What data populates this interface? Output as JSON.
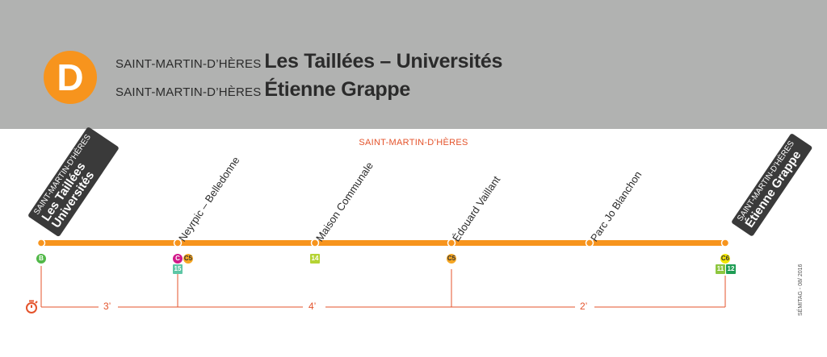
{
  "line": {
    "name": "D",
    "color": "#f7941d"
  },
  "destinations": [
    {
      "city": "SAINT-MARTIN-D’HÈRES",
      "stop": "Les Taillées – Universités"
    },
    {
      "city": "SAINT-MARTIN-D’HÈRES",
      "stop": "Étienne Grappe"
    }
  ],
  "commune": "SAINT-MARTIN-D’HÈRES",
  "termini": [
    {
      "city": "SAINT-MARTIN-D’HÈRES",
      "stop_line1": "Les Taillées",
      "stop_line2": "Universités"
    },
    {
      "city": "SAINT-MARTIN-D’HÈRES",
      "stop_line1": "Étienne Grappe",
      "stop_line2": ""
    }
  ],
  "stops": [
    {
      "name": "Neyrpic – Belledonne"
    },
    {
      "name": "Maison Communale"
    },
    {
      "name": "Édouard Vaillant"
    },
    {
      "name": "Parc Jo Blanchon"
    }
  ],
  "correspondences": [
    {
      "label": "B",
      "color": "#51b848"
    },
    {
      "label": "C",
      "color": "#d1198a"
    },
    {
      "label": "C5",
      "color": "#f5a623"
    },
    {
      "label": "15",
      "color": "#5ec6a5"
    },
    {
      "label": "14",
      "color": "#b5d334"
    },
    {
      "label": "C5",
      "color": "#f5a623"
    },
    {
      "label": "C6",
      "color": "#f2e500"
    },
    {
      "label": "11",
      "color": "#8dc63f"
    },
    {
      "label": "12",
      "color": "#1f9d55"
    }
  ],
  "travel_times": [
    "3’",
    "4’",
    "2’"
  ],
  "timer_icon": "stopwatch-icon",
  "credit": "SÉMITAG - 08/ 2016",
  "accent_color": "#e4532b"
}
